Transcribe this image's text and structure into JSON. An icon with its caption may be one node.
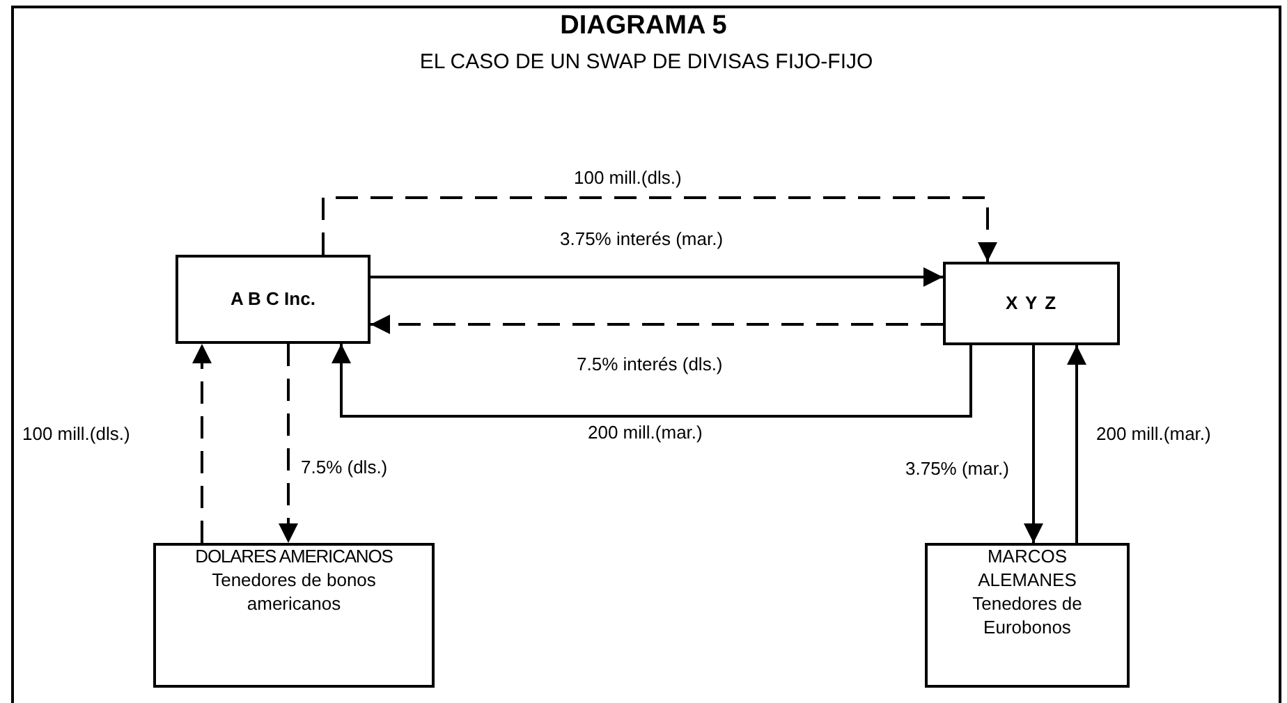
{
  "diagram": {
    "title": "DIAGRAMA 5",
    "nodes": [
      {
        "text": [
          "A B C Inc."
        ]
      },
      {
        "text": [
          "X Y Z"
        ]
      },
      {
        "text": [
          "DOLARES AMERICANOS",
          "Tenedores de bonos americanos"
        ]
      },
      {
        "text": [
          "MARCOS ALEMANES",
          "Tenedores de Eurobonos"
        ]
      }
    ],
    "edges": [
      {
        "from": 0,
        "to": 1,
        "arrow": "to",
        "label": "100 mill.(dls.)",
        "style": "dashed"
      },
      {
        "from": 0,
        "to": 1,
        "arrow": "to",
        "label": "3.75% interés (mar.)"
      },
      {
        "from": 1,
        "to": 0,
        "arrow": "to",
        "label": "7.5% interés (dls.)",
        "style": "dashed"
      },
      {
        "from": 1,
        "to": 0,
        "arrow": "to",
        "label": "200 mill.(mar.)"
      },
      {
        "from": 2,
        "to": 0,
        "arrow": "to",
        "label": "100 mill.(dls.)",
        "style": "dashed"
      },
      {
        "from": 0,
        "to": 2,
        "arrow": "to",
        "label": "7.5% (dls.)",
        "style": "dashed"
      },
      {
        "from": 1,
        "to": 3,
        "arrow": "to",
        "label": "3.75% (mar.)"
      },
      {
        "from": 3,
        "to": 1,
        "arrow": "to",
        "label": "200 mill.(mar.)"
      }
    ],
    "labels": [
      "EL CASO DE UN SWAP DE DIVISAS FIJO-FIJO"
    ]
  }
}
